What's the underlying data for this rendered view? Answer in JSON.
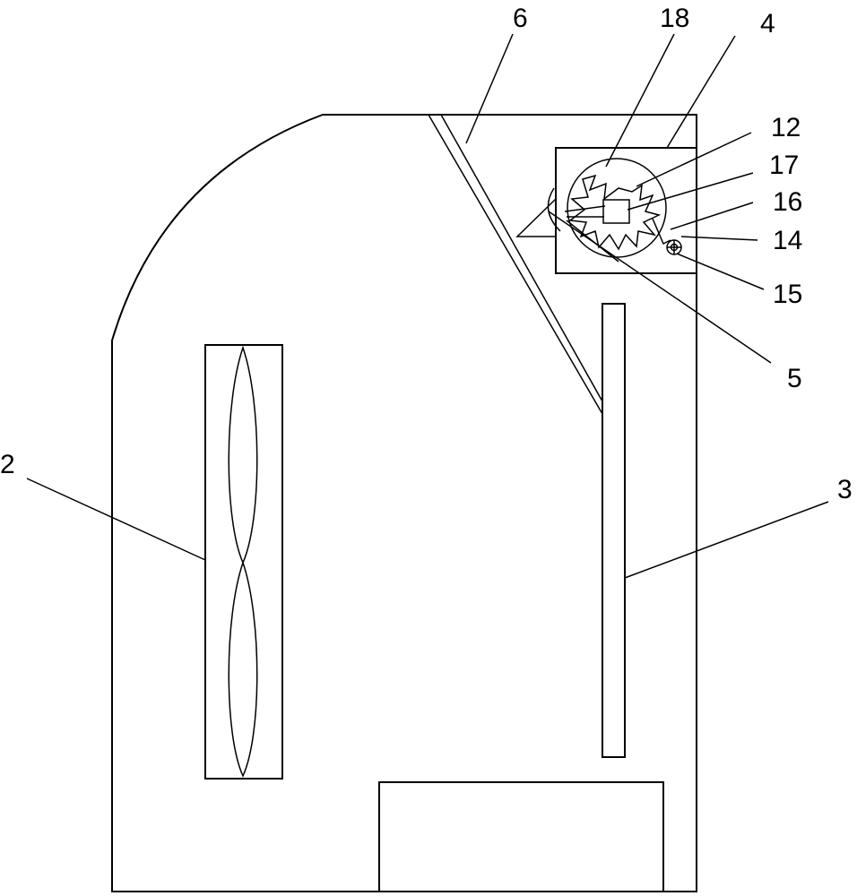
{
  "labels": {
    "l2": "2",
    "l3": "3",
    "l4": "4",
    "l5": "5",
    "l6": "6",
    "l12": "12",
    "l14": "14",
    "l15": "15",
    "l16": "16",
    "l17": "17",
    "l18": "18"
  }
}
